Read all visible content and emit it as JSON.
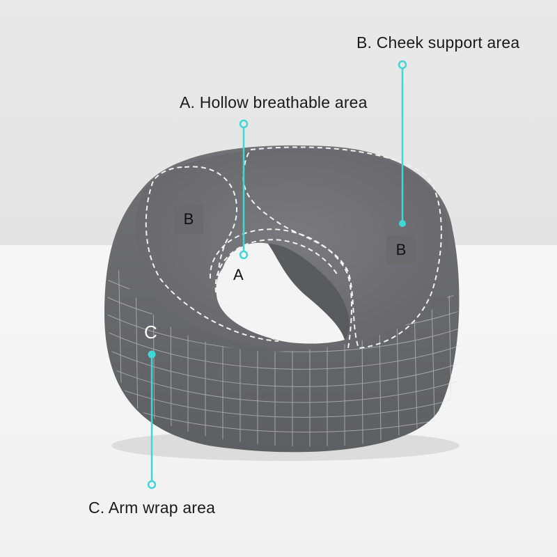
{
  "annotations": {
    "a": {
      "label": "A. Hollow breathable area",
      "marker": "A"
    },
    "b": {
      "label": "B. Cheek support area",
      "marker_left": "B",
      "marker_right": "B"
    },
    "c": {
      "label": "C. Arm wrap area",
      "marker": "C"
    }
  },
  "colors": {
    "accent": "#3fd6d6",
    "pillow": "#6f6f73",
    "pillow_dark": "#55565a",
    "stitch": "#f2f2f2",
    "wall": "#e6e6e6",
    "table": "#f4f4f4"
  }
}
